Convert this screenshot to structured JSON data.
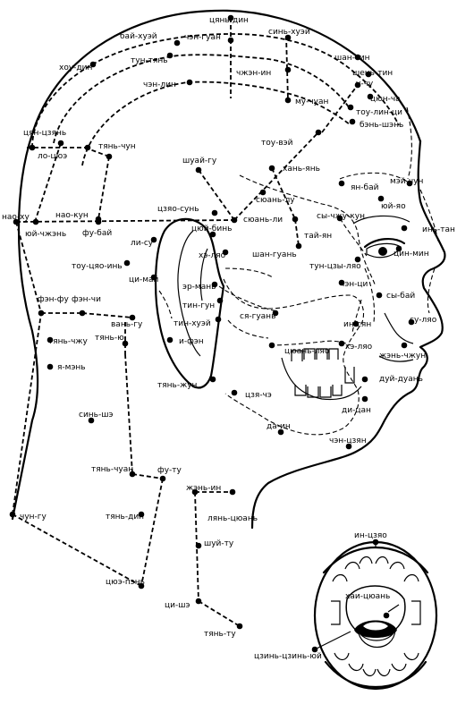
{
  "points": {
    "cyan_din": "цянь-дин",
    "bai_hue": "бай-хуэй",
    "chen_guan": "чэн-гуан",
    "sin_hue": "синь-хуэй",
    "tun_tyan": "тун-тянь",
    "hou_din": "хоу-дин",
    "shan_sin": "шан-син",
    "shen_tin": "шень-тин",
    "chzhen_in": "чжэн-ин",
    "u_chu": "у-чу",
    "chen_lin": "чэн-лин",
    "myu_chuan": "му-чуан",
    "tyun_cha": "цюн-ча",
    "tou_lin_ci": "тоу-лин-ци",
    "ben_shen": "бэнь-шэнь",
    "cyan_ciyan": "цян-цзянь",
    "lo_cye": "ло-цюэ",
    "tyan_chun": "тянь-чун",
    "tou_vei": "тоу-вэй",
    "shuai_gu": "шуай-гу",
    "han_yan": "хань-янь",
    "mei_chun": "мэй-чун",
    "yan_bai": "ян-бай",
    "cyan_lu": "сюань-лу",
    "yui_yao": "юй-яо",
    "cyao_sun": "цзяо-сунь",
    "nao_kun": "нао-кун",
    "nao_hu": "нао-ху",
    "cyan_li": "сюань-ли",
    "sy_chzhu_kun": "сы-чжу-кун",
    "in_tan": "инь-тан",
    "cyui_bin": "цюй-бинь",
    "yui_chzhen": "юй-чжэнь",
    "fu_bai": "фу-бай",
    "tai_yan": "тай-ян",
    "li_su": "ли-су",
    "he_lyao": "хэ-ляо",
    "cin_min": "цин-мин",
    "shan_guan": "шан-гуань",
    "tun_cy_lyao": "тун-цзы-ляо",
    "tou_cyao_in": "тоу-цяо-инь",
    "ci_mai": "ци-май",
    "chen_ci": "чэн-ци",
    "er_men": "эр-мань",
    "fen_fu": "фэн-фу",
    "fen_chi": "фэн-чи",
    "sy_bai": "сы-бай",
    "tin_gun": "тин-гун",
    "sya_guan": "ся-гуань",
    "van_gu": "вань-гу",
    "tin_hue": "тин-хуэй",
    "in_syan": "ин-сян",
    "su_lyao": "су-ляо",
    "tyan_chzhu": "тянь-чжу",
    "tyan_yu": "тянь-ю",
    "i_fen": "и-фэн",
    "cyuan_lyao": "цюань-ляо",
    "he_lyao2": "хэ-ляо",
    "ya_men": "я-мэнь",
    "jen_chzhun": "жэнь-чжун",
    "dui_duan": "дуй-дуань",
    "tyan_chun2": "тянь-жун",
    "cya_che": "цзя-чэ",
    "di_cyan": "ди-цан",
    "sin_she": "синь-шэ",
    "da_in": "да-ин",
    "chen_cyan": "чэн-цзян",
    "tyan_chuan": "тянь-чуан",
    "fu_tu": "фу-ту",
    "jen_in": "жэнь-ин",
    "tyan_din": "тянь-дин",
    "lyan_cyuan": "лянь-цюань",
    "chun_gu": "чун-гу",
    "shui_tu": "шуй-ту",
    "cyu_pen": "цюэ-пэнь",
    "ci_she": "ци-шэ",
    "tyan_tu": "тянь-ту",
    "in_cyao": "ин-цзяо",
    "hai_cyuan": "хаи-цюань",
    "cyin_cyin_yui": "цзинь-цзинь-юй"
  }
}
